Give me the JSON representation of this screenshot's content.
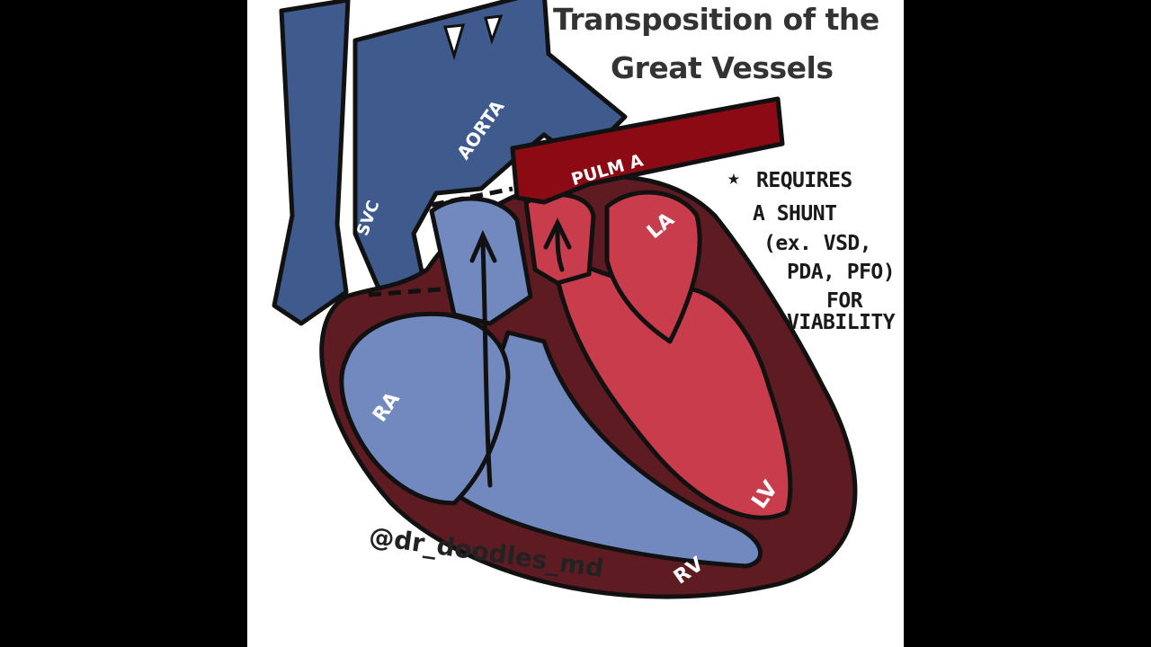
{
  "title": [
    "Transposition of the",
    "Great Vessels"
  ],
  "labels": {
    "svc": "SVC",
    "aorta": "AORTA",
    "pulm_a": "PULM A",
    "la": "LA",
    "ra": "RA",
    "lv": "LV",
    "rv": "RV"
  },
  "note": {
    "star": "★",
    "lines": [
      "REQUIRES",
      "A SHUNT",
      "(ex. VSD,",
      "PDA, PFO)",
      "FOR",
      "VIABILITY"
    ]
  },
  "credit": "@dr_doodles_md",
  "colors": {
    "background": "#000000",
    "canvas": "#ffffff",
    "deoxygenated": "#3f5a8c",
    "deoxygenated_chamber": "#7289bf",
    "oxygenated_vessel": "#8b0a14",
    "oxygenated_chamber": "#c83c4c",
    "myocardium": "#5e1b22",
    "outline": "#111111",
    "title_text": "#333333"
  }
}
